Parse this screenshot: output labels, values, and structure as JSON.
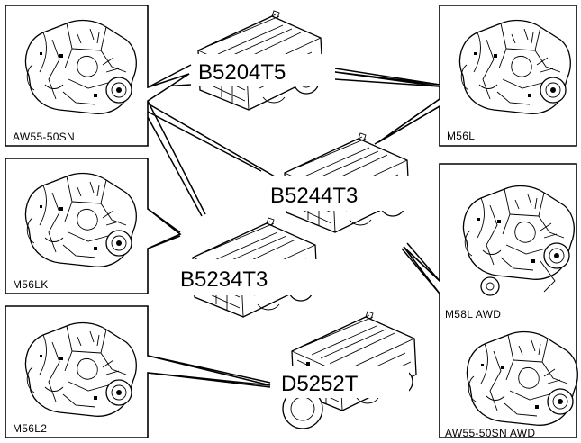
{
  "transmissions": [
    {
      "id": "aw55-50sn",
      "label": "AW55-50SN"
    },
    {
      "id": "m56lk",
      "label": "M56LK"
    },
    {
      "id": "m56l2",
      "label": "M56L2"
    },
    {
      "id": "m56l",
      "label": "M56L"
    },
    {
      "id": "m58l-awd",
      "label": "M58L  AWD"
    },
    {
      "id": "aw55-50sn-awd",
      "label": "AW55-50SN  AWD"
    }
  ],
  "engines": [
    {
      "id": "b5204t5",
      "label": "B5204T5"
    },
    {
      "id": "b5244t3",
      "label": "B5244T3"
    },
    {
      "id": "b5234t3",
      "label": "B5234T3"
    },
    {
      "id": "d5252t",
      "label": "D5252T"
    }
  ],
  "icons": {
    "transmission": "gearbox-drawing-icon",
    "engine": "engine-drawing-icon"
  }
}
